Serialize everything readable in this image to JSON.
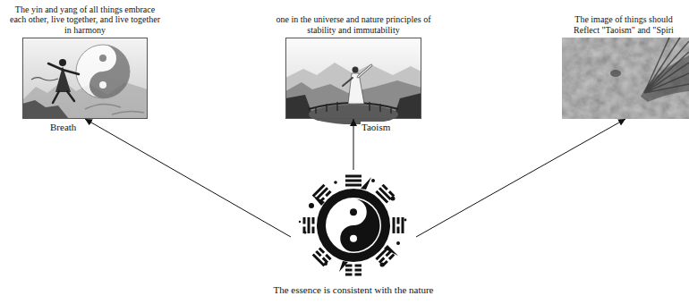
{
  "diagram": {
    "nodes": [
      {
        "text": [
          "The yin and yang of all things embrace each other, live together, and live together in harmony",
          "Breath"
        ]
      },
      {
        "text": [
          "one in the universe and nature principles of stability and immutability",
          "Taoism"
        ]
      },
      {
        "text": [
          "The image of things should Reflect \"Taoism\" and \"Spiri"
        ]
      },
      {
        "text": [
          "The essence is consistent with the nature"
        ]
      }
    ],
    "edges": [
      {
        "from": 3,
        "to": 0,
        "arrow": "to"
      },
      {
        "from": 3,
        "to": 1,
        "arrow": "to"
      },
      {
        "from": 3,
        "to": 2,
        "arrow": "to"
      }
    ]
  }
}
